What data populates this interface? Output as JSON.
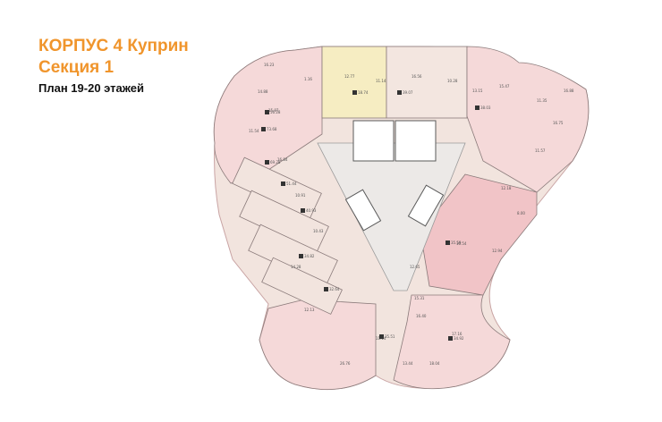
{
  "header": {
    "line1": "КОРПУС 4 Куприн",
    "line2": "Секция 1",
    "line3": "План 19-20 этажей"
  },
  "colors": {
    "title": "#f0952c",
    "apartment_pink_light": "#f5d9d9",
    "apartment_pink_mid": "#f1c4c7",
    "apartment_yellow": "#f6edc2",
    "apartment_beige": "#f2e4de",
    "corridor": "#ece9e7",
    "wall": "#5a5a5a"
  },
  "plan": {
    "area_labels": [
      "16.23",
      "14.88",
      "1.16",
      "12.77",
      "11.14",
      "16.56",
      "10.28",
      "13.15",
      "15.47",
      "11.35",
      "16.88",
      "16.75",
      "11.57",
      "12.18",
      "8.00",
      "12.94",
      "10.54",
      "12.65",
      "15.31",
      "16.40",
      "17.16",
      "18.04",
      "13.44",
      "15.87",
      "11.54",
      "16.84",
      "10.91",
      "10.43",
      "14.28",
      "12.13",
      "26.76",
      "11.14"
    ],
    "badges": [
      "56.28",
      "18.74",
      "39.07",
      "38.03",
      "73.68",
      "51.44",
      "40.93",
      "34.82",
      "32.64",
      "35.51",
      "35.59",
      "34.92",
      "69.28"
    ]
  }
}
